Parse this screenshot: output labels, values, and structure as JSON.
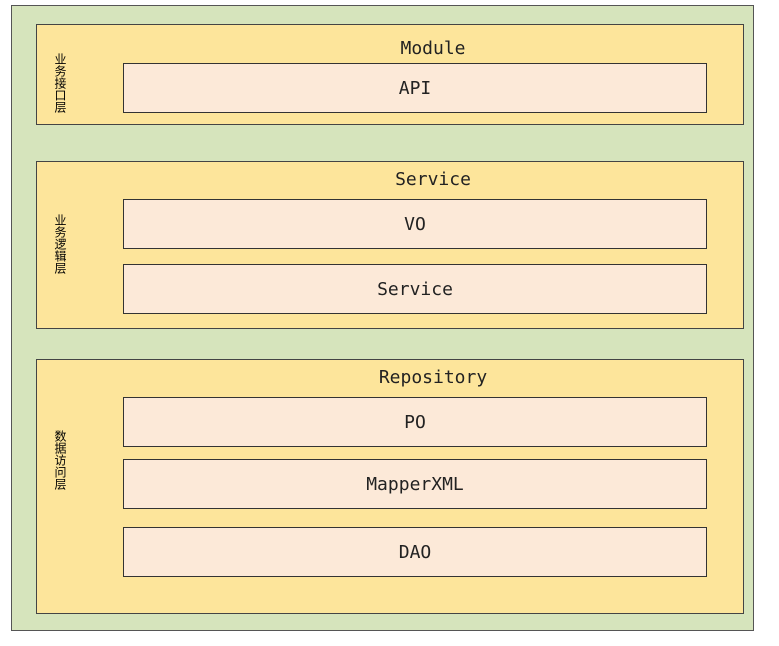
{
  "layers": [
    {
      "label": "业务接口层",
      "title": "Module",
      "boxes": [
        "API"
      ]
    },
    {
      "label": "业务逻辑层",
      "title": "Service",
      "boxes": [
        "VO",
        "Service"
      ]
    },
    {
      "label": "数据访问层",
      "title": "Repository",
      "boxes": [
        "PO",
        "MapperXML",
        "DAO"
      ]
    }
  ],
  "colors": {
    "outer_background": "#d6e4bc",
    "layer_background": "#fde59b",
    "box_background": "#fce9d8"
  }
}
